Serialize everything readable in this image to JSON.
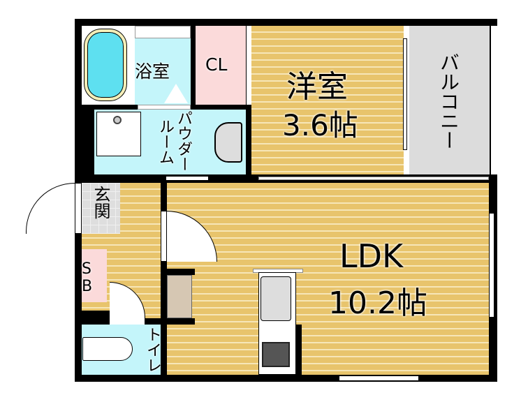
{
  "rooms": {
    "bath": "浴室",
    "closet": "CL",
    "western_room": "洋室",
    "western_room_size": "3.6帖",
    "balcony": "バルコニー",
    "powder_room": "パウダールーム",
    "powder_room_line1": "パウダー",
    "powder_room_line2": "ルーム",
    "entrance": "玄関",
    "shoe_box_1": "S",
    "shoe_box_2": "B",
    "toilet": "トイレ",
    "ldk": "LDK",
    "ldk_size": "10.2帖"
  },
  "colors": {
    "floor": "#e8c46c",
    "wet_area": "#c4f5fa",
    "storage": "#fbdada",
    "balcony": "#dcdcdc"
  }
}
